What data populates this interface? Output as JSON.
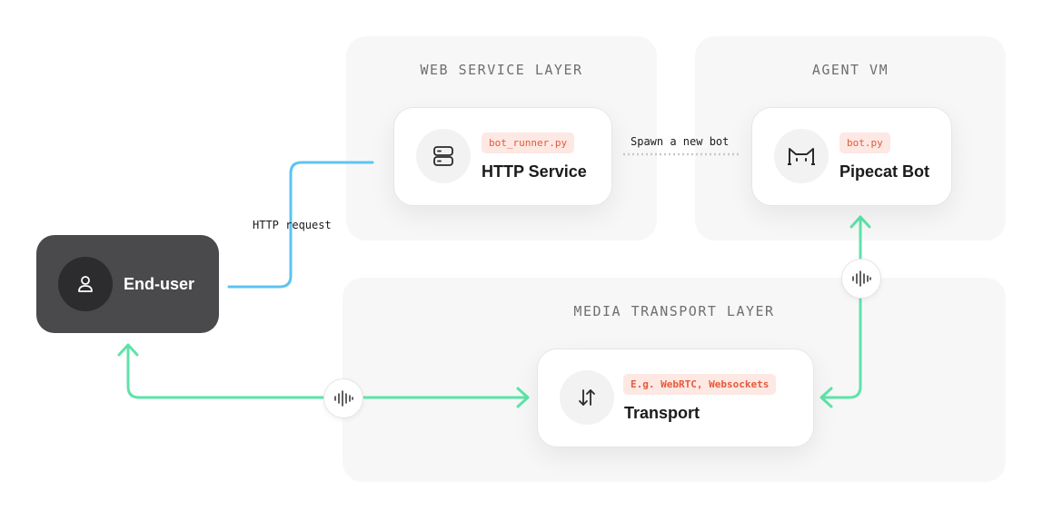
{
  "layers": {
    "web_service": {
      "label": "WEB SERVICE LAYER"
    },
    "agent_vm": {
      "label": "AGENT VM"
    },
    "media_transport": {
      "label": "MEDIA TRANSPORT LAYER"
    }
  },
  "nodes": {
    "http_service": {
      "tag": "bot_runner.py",
      "title": "HTTP Service",
      "icon": "server-icon"
    },
    "pipecat_bot": {
      "tag": "bot.py",
      "title": "Pipecat Bot",
      "icon": "cat-icon"
    },
    "transport": {
      "tag": "E.g. WebRTC, Websockets",
      "title": "Transport",
      "icon": "arrows-up-down-icon"
    },
    "end_user": {
      "title": "End-user",
      "icon": "user-icon"
    }
  },
  "edges": {
    "http_request": "HTTP request",
    "spawn": "Spawn a new bot"
  },
  "colors": {
    "http_line": "#5cc4f3",
    "audio_line": "#5ee3a8",
    "tag_bg": "#fde8e3",
    "tag_text": "#e7593a",
    "end_user_bg": "#4a4a4d"
  }
}
